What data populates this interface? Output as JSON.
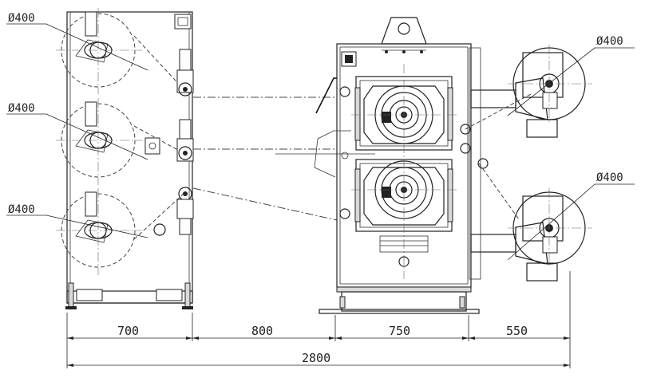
{
  "diameter_labels": {
    "left_top": "Ø400",
    "left_middle": "Ø400",
    "left_bottom": "Ø400",
    "right_top": "Ø400",
    "right_bottom": "Ø400"
  },
  "dimensions": {
    "seg1": "700",
    "seg2": "800",
    "seg3": "750",
    "seg4": "550",
    "total": "2800"
  }
}
